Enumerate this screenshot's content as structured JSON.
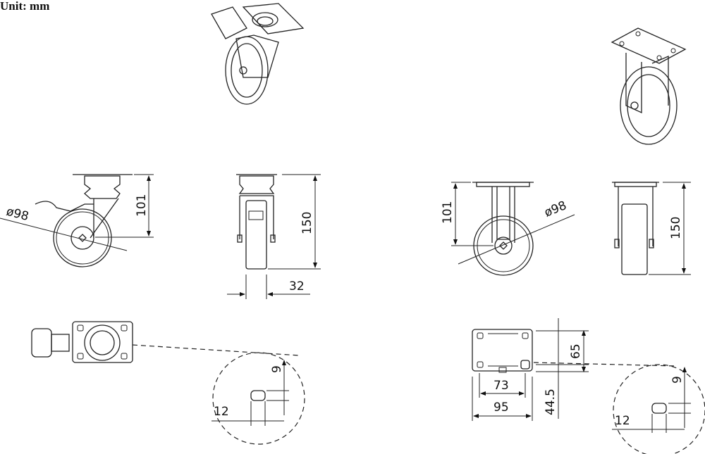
{
  "unit_label": "Unit: mm",
  "swivel_caster": {
    "side_view": {
      "height": "101",
      "wheel_diameter": "ø98"
    },
    "front_view": {
      "total_height": "150",
      "wheel_width": "32"
    },
    "plate_detail": {
      "slot_height": "9",
      "slot_width": "12"
    }
  },
  "rigid_caster": {
    "side_view": {
      "height": "101",
      "wheel_diameter": "ø98"
    },
    "front_view": {
      "total_height": "150"
    },
    "plate_view": {
      "hole_spacing_x": "73",
      "plate_width": "95",
      "hole_spacing_y": "44.5",
      "plate_length": "65"
    },
    "plate_detail": {
      "slot_height": "9",
      "slot_width": "12"
    }
  }
}
